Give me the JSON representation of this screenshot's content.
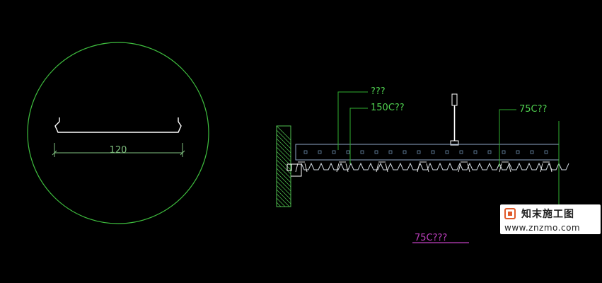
{
  "colors": {
    "background": "#000000",
    "linework": "#ffffff",
    "circle": "#3fbf3f",
    "section_lines": "#7fbf7f",
    "hatch": "#4fbf4f",
    "annotation": "#2fae2f",
    "annotation_text": "#4fd04f",
    "ceiling_panel": "#8fa8c8",
    "clips": "#e0e0e0",
    "title_text": "#c040c0"
  },
  "detail": {
    "dimension_label": "120"
  },
  "section": {
    "callout_top": "???",
    "callout_mid": "150C??",
    "callout_right": "75C??",
    "title": "75C???"
  },
  "watermark": {
    "logo_icon": "znzmo-logo-icon",
    "brand": "知末施工图",
    "url": "www.znzmo.com"
  }
}
